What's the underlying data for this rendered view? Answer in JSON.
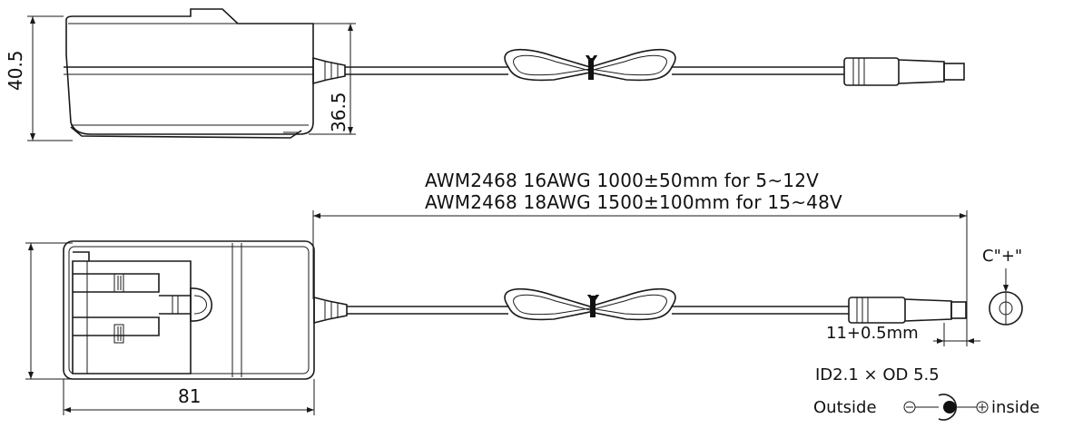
{
  "dimensions": {
    "height_total": "40.5",
    "height_body": "36.5",
    "length": "81",
    "plug_length": "11+0.5mm"
  },
  "cable": {
    "line1": "AWM2468 16AWG 1000±50mm for 5~12V",
    "line2": "AWM2468 18AWG 1500±100mm for 15~48V"
  },
  "tie_marker": "Y",
  "polarity": {
    "code": "C\"+\"",
    "plug_size": "ID2.1 × OD 5.5",
    "outside_label": "Outside",
    "inside_label": "inside"
  }
}
